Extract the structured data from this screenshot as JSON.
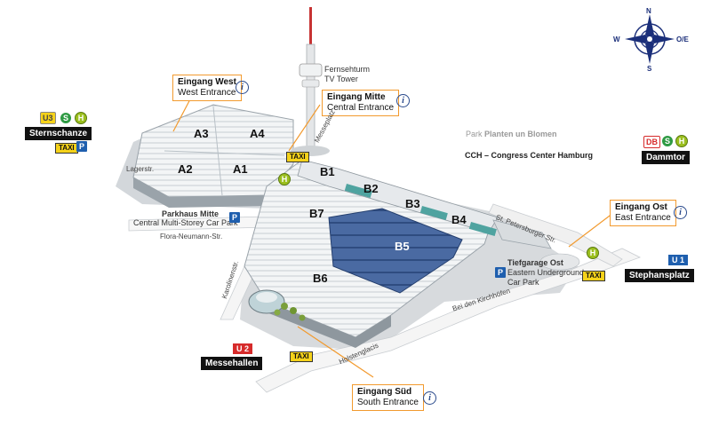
{
  "halls": {
    "a1": "A1",
    "a2": "A2",
    "a3": "A3",
    "a4": "A4",
    "b1": "B1",
    "b2": "B2",
    "b3": "B3",
    "b4": "B4",
    "b5": "B5",
    "b6": "B6",
    "b7": "B7"
  },
  "tower": {
    "name": "Fernsehturm",
    "name_en": "TV Tower"
  },
  "entrances": {
    "west": {
      "de": "Eingang West",
      "en": "West Entrance"
    },
    "middle": {
      "de": "Eingang Mitte",
      "en": "Central Entrance"
    },
    "east": {
      "de": "Eingang Ost",
      "en": "East Entrance"
    },
    "south": {
      "de": "Eingang Süd",
      "en": "South Entrance"
    }
  },
  "info_glyph": "i",
  "parking": {
    "mitte": {
      "name": "Parkhaus Mitte",
      "name_en": "Central Multi-Storey Car Park"
    },
    "ost": {
      "name": "Tiefgarage Ost",
      "name_en_1": "Eastern Underground",
      "name_en_2": "Car Park"
    }
  },
  "streets": {
    "lager": "Lagerstr.",
    "flora": "Flora-Neumann-Str.",
    "messeplatz": "Messeplatz",
    "karolinen": "Karolinenstr.",
    "stpeters": "St. Petersburger Str.",
    "kirchhoefen": "Bei den Kirchhöfen",
    "holsten": "Holstenglacis"
  },
  "park": {
    "prefix": "Park",
    "name": "Planten un Blomen"
  },
  "cch": "CCH – Congress Center Hamburg",
  "stations": {
    "sternschanze": "Sternschanze",
    "dammtor": "Dammtor",
    "stephansplatz": "Stephansplatz",
    "messehallen": "Messehallen"
  },
  "badges": {
    "taxi": "TAXI",
    "u1": "U 1",
    "u2": "U 2",
    "ub": "U3",
    "db": "DB",
    "s": "S",
    "h": "H",
    "p": "P"
  },
  "compass": {
    "n": "N",
    "s": "S",
    "w": "W",
    "e": "O/E"
  },
  "colors": {
    "accent": "#f29a2e",
    "navy": "#1b2f7a",
    "b5": "#3f5f95",
    "roof": "#eef1f3",
    "ground": "#c8ccd0"
  }
}
